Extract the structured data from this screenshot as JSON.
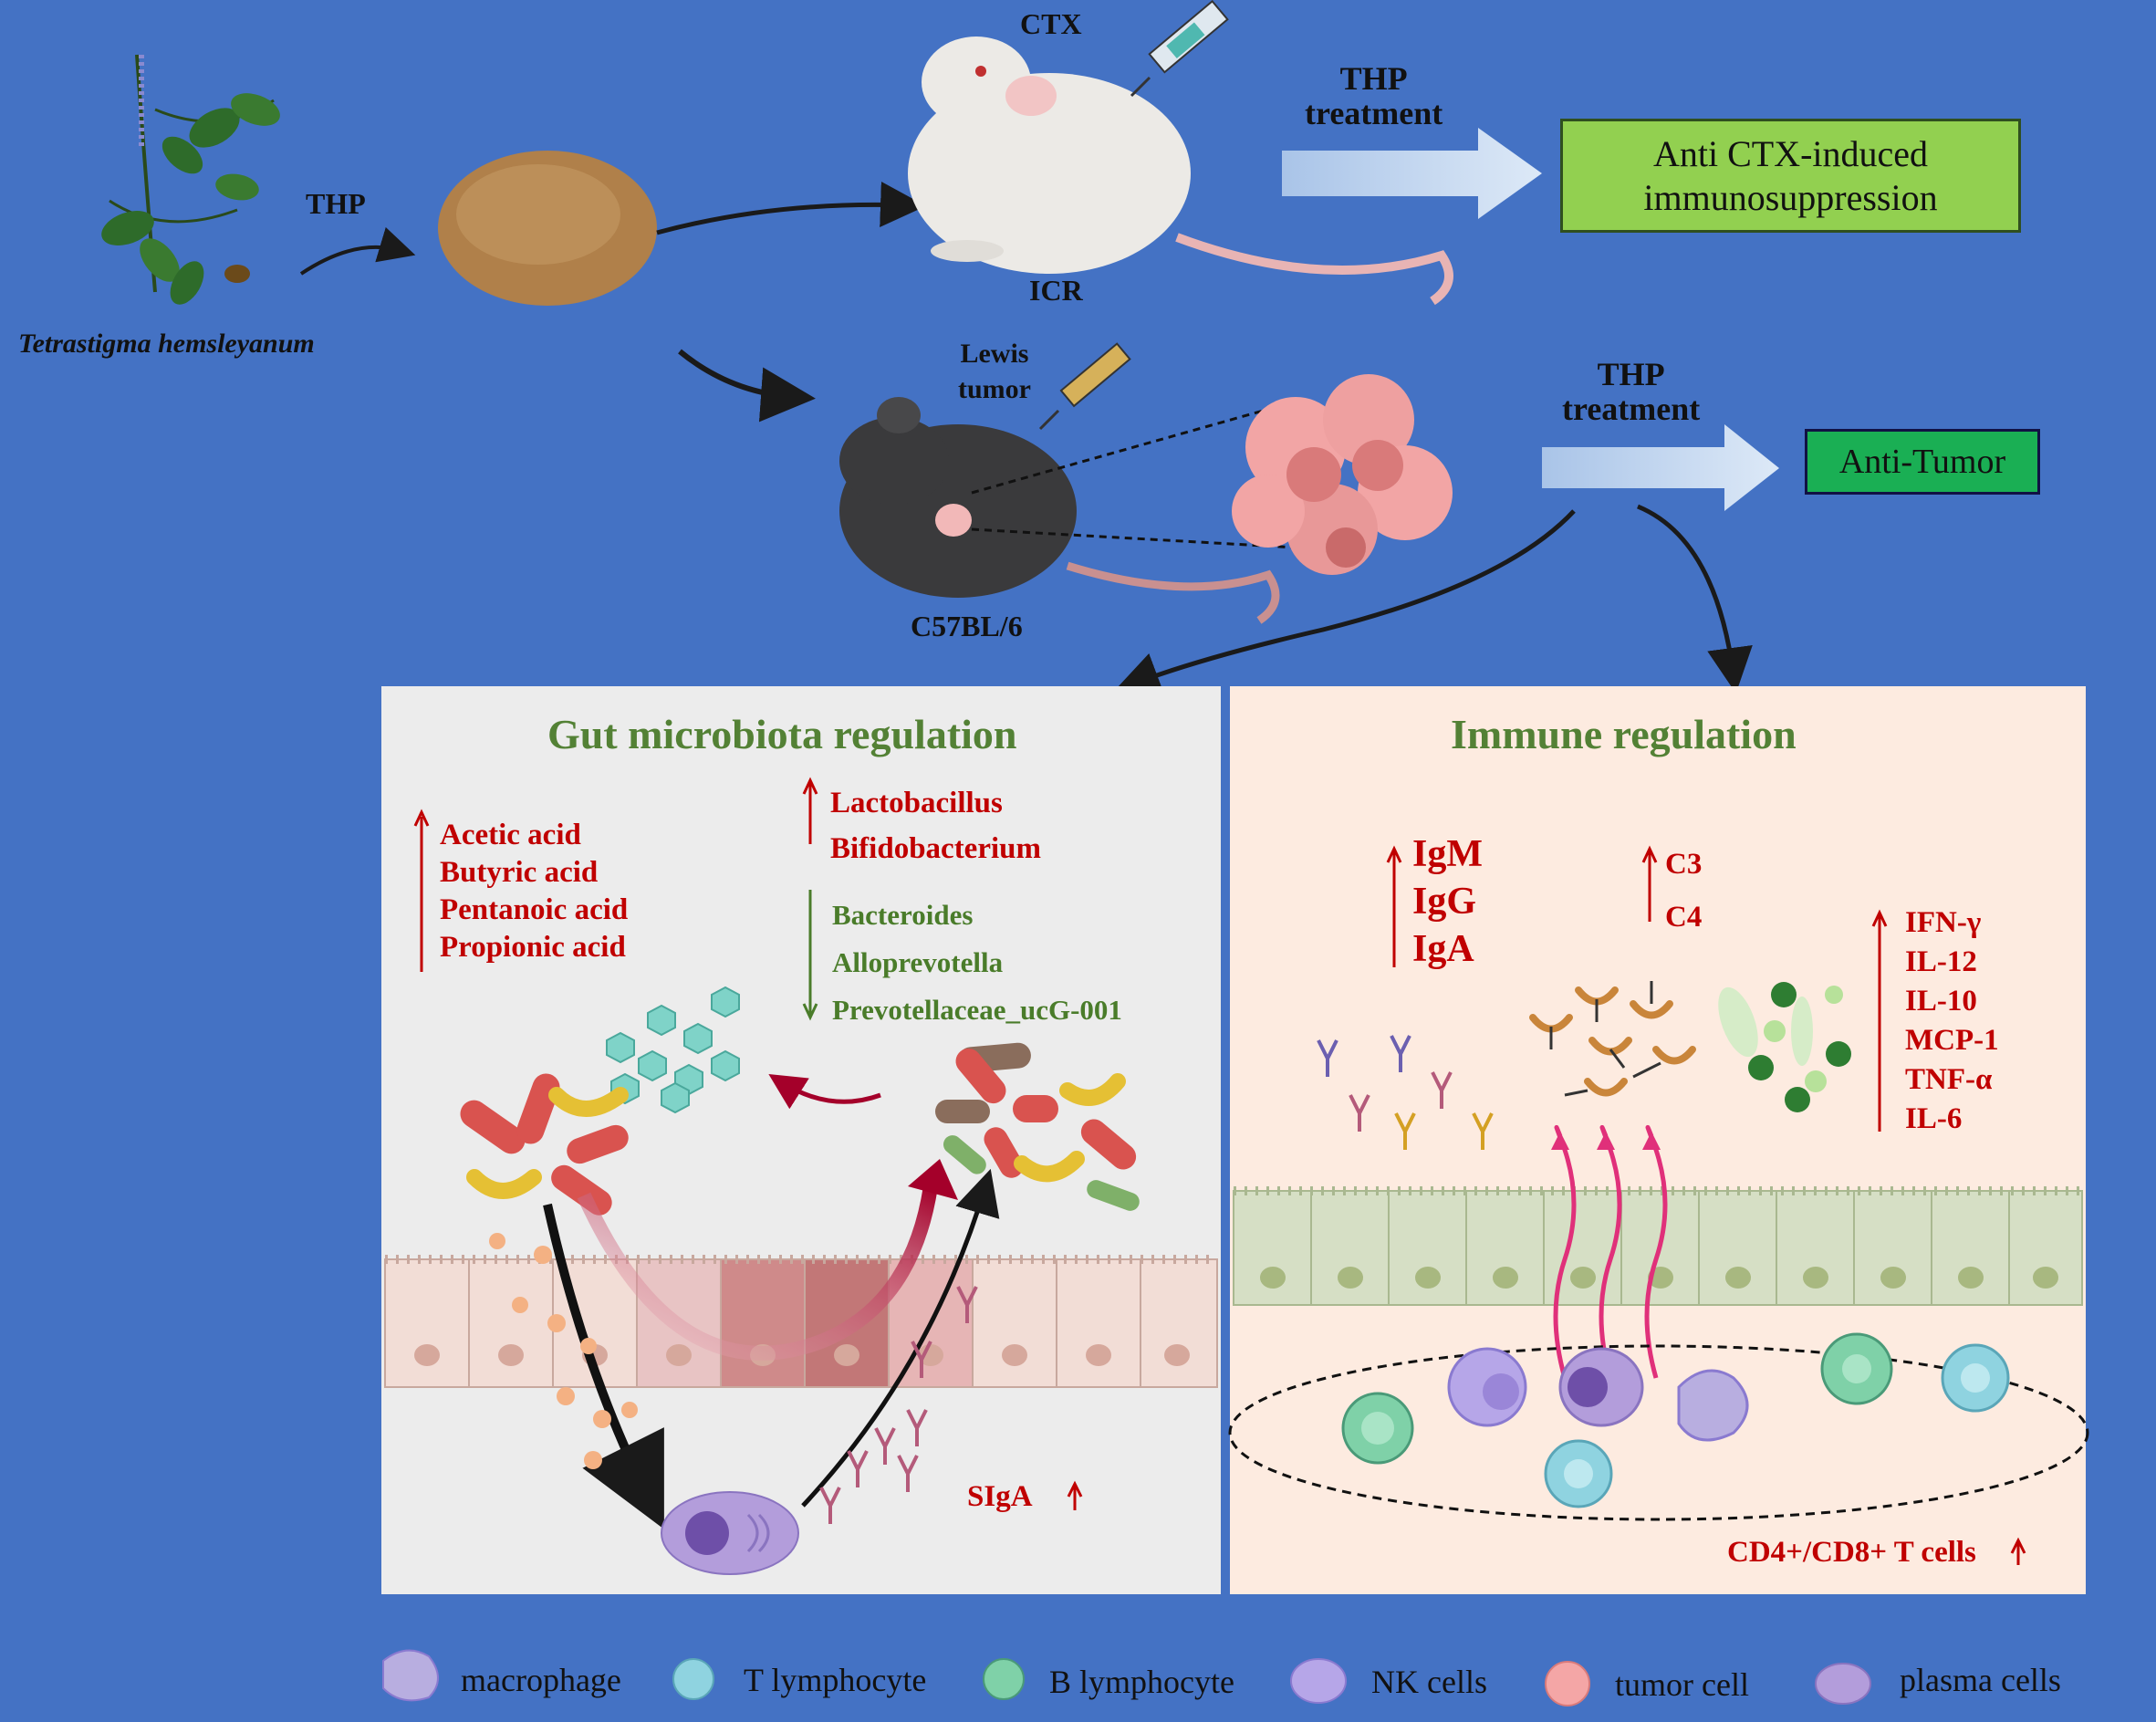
{
  "plant": {
    "label": "THP",
    "species": "Tetrastigma hemsleyanum"
  },
  "ctx_model": {
    "top_label": "CTX",
    "strain": "ICR",
    "treatment": "THP\ntreatment",
    "outcome": "Anti CTX-induced immunosuppression"
  },
  "tumor_model": {
    "top_label": "Lewis\ntumor",
    "strain": "C57BL/6",
    "treatment": "THP\ntreatment",
    "outcome": "Anti-Tumor"
  },
  "gut_panel": {
    "title": "Gut microbiota regulation",
    "acids": [
      "Acetic acid",
      "Butyric acid",
      "Pentanoic acid",
      "Propionic acid"
    ],
    "up_bacteria": [
      "Lactobacillus",
      "Bifidobacterium"
    ],
    "down_bacteria": [
      "Bacteroides",
      "Alloprevotella",
      "Prevotellaceae_ucG-001"
    ],
    "siga": "SIgA"
  },
  "immune_panel": {
    "title": "Immune regulation",
    "immunoglobulins": [
      "IgM",
      "IgG",
      "IgA"
    ],
    "complements": [
      "C3",
      "C4"
    ],
    "cytokines": [
      "IFN-γ",
      "IL-12",
      "IL-10",
      "MCP-1",
      "TNF-α",
      "IL-6"
    ],
    "tcells": "CD4+/CD8+ T cells"
  },
  "legend": [
    {
      "label": "macrophage",
      "icon": "macrophage-icon",
      "color": "#b8aee0"
    },
    {
      "label": "T lymphocyte",
      "icon": "t-lymphocyte-icon",
      "color": "#8fd3e0"
    },
    {
      "label": "B lymphocyte",
      "icon": "b-lymphocyte-icon",
      "color": "#7fd1a8"
    },
    {
      "label": "NK cells",
      "icon": "nk-cell-icon",
      "color": "#b6a6e8"
    },
    {
      "label": "tumor cell",
      "icon": "tumor-cell-icon",
      "color": "#f4a6a6"
    },
    {
      "label": "plasma cells",
      "icon": "plasma-cell-icon",
      "color": "#b39ddb"
    }
  ],
  "colors": {
    "background": "#4472c4",
    "gut_panel_bg": "#ececec",
    "immune_panel_bg": "#fdebe0",
    "up_red": "#c00000",
    "down_green": "#4a7c2a"
  }
}
